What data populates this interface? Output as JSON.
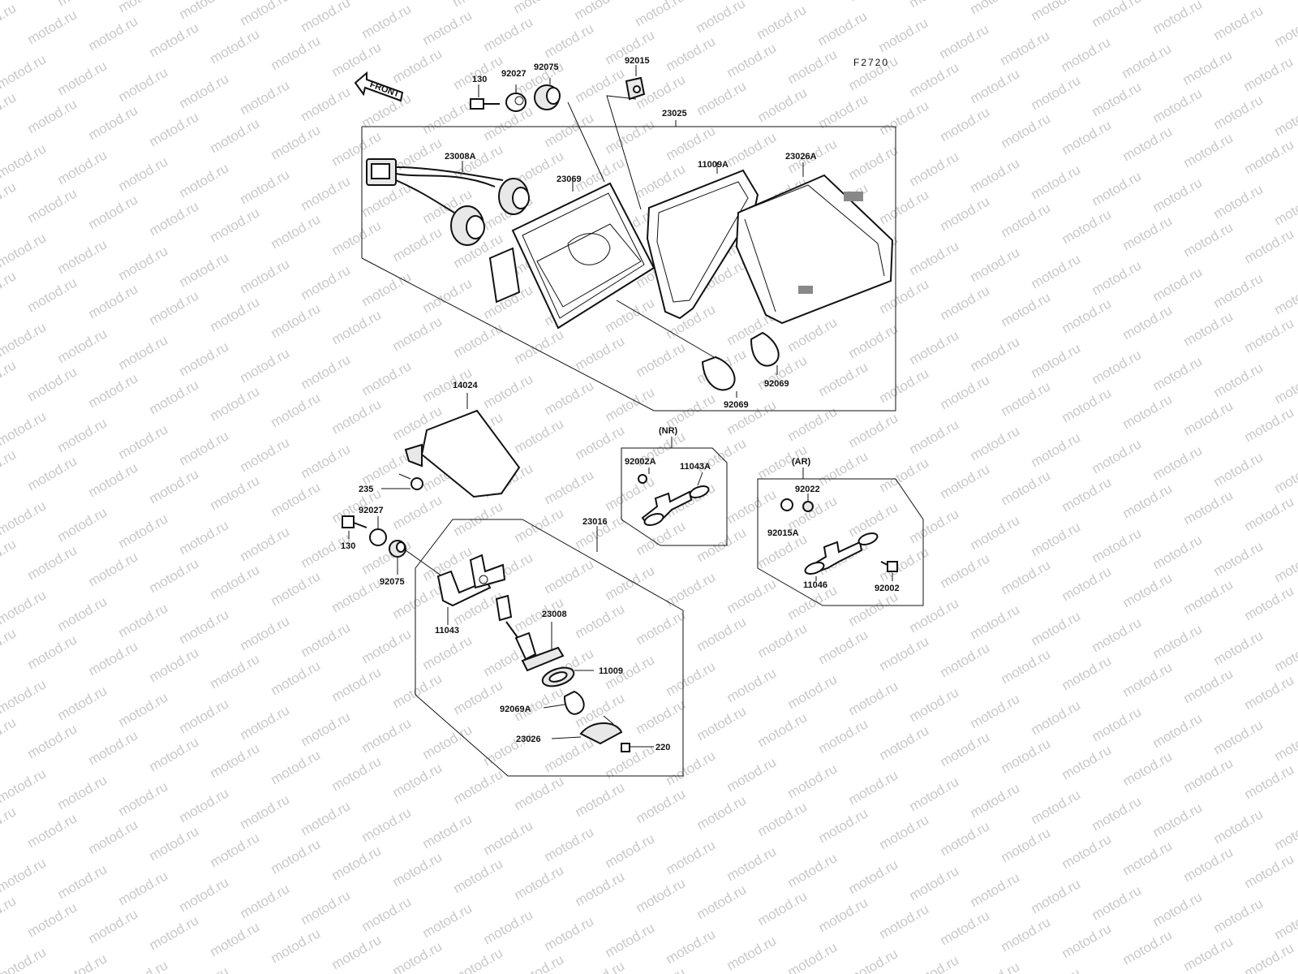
{
  "watermark": "motod.ru",
  "figure_code": "F2720",
  "front_label": "FRONT",
  "variants": {
    "nr": "(NR)",
    "ar": "(AR)"
  },
  "parts": {
    "p130_top": "130",
    "p92027_top": "92027",
    "p92075_top": "92075",
    "p92015": "92015",
    "p23025": "23025",
    "p23008A": "23008A",
    "p23069": "23069",
    "p11009A": "11009A",
    "p23026A": "23026A",
    "p92069_a": "92069",
    "p92069_b": "92069",
    "p14024": "14024",
    "p235": "235",
    "p92027_low": "92027",
    "p130_low": "130",
    "p92075_low": "92075",
    "p23016": "23016",
    "p11043": "11043",
    "p23008": "23008",
    "p11009": "11009",
    "p92069A": "92069A",
    "p23026": "23026",
    "p220": "220",
    "p92002A": "92002A",
    "p11043A": "11043A",
    "p92022": "92022",
    "p92015A": "92015A",
    "p11046": "11046",
    "p92002": "92002"
  }
}
